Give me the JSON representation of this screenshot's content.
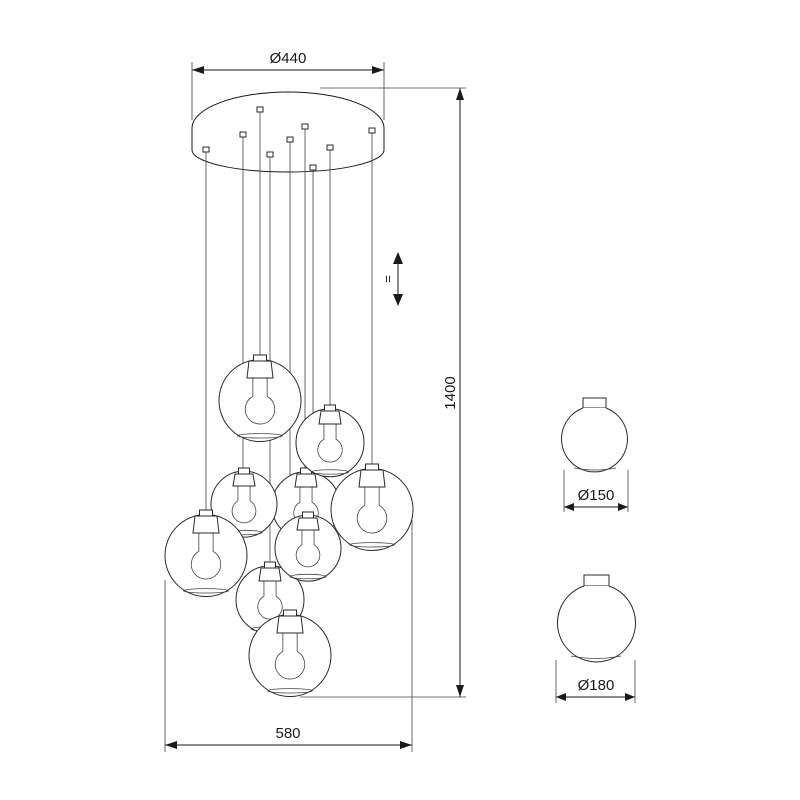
{
  "dimensions": {
    "canopy_diameter": "Ø440",
    "overall_width": "580",
    "overall_height": "1400",
    "small_shade_diameter": "Ø150",
    "large_shade_diameter": "Ø180",
    "adjustable_symbol": "="
  },
  "icons": [
    "adjustable-length-arrow-icon"
  ],
  "colors": {
    "line": "#1a1a1a",
    "background": "#ffffff"
  }
}
